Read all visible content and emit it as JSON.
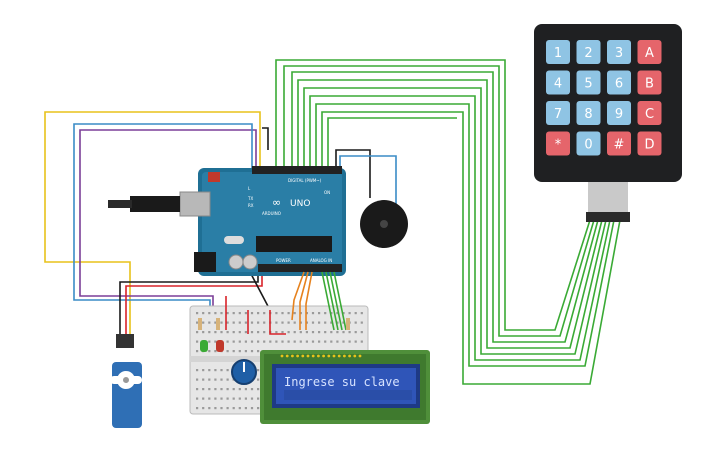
{
  "keypad": {
    "keys": [
      "1",
      "2",
      "3",
      "A",
      "4",
      "5",
      "6",
      "B",
      "7",
      "8",
      "9",
      "C",
      "*",
      "0",
      "#",
      "D"
    ],
    "colors": {
      "number": "#8fc4e4",
      "letter": "#e5656b",
      "body": "#1f2022"
    }
  },
  "lcd": {
    "text": "Ingrese su clave",
    "colors": {
      "screen": "#2f55b8",
      "text": "#d6e2ff",
      "pcb": "#4f8f3a"
    }
  },
  "arduino": {
    "brand": "UNO",
    "sub_brand": "ARDUINO",
    "digital_label": "DIGITAL (PWM~)",
    "analog_label": "ANALOG IN",
    "power_label": "POWER",
    "on_label": "ON",
    "tx_label": "TX",
    "rx_label": "RX",
    "l_label": "L",
    "color": "#1f6f94"
  },
  "wires": {
    "green": "#3aaa35",
    "yellow": "#e8c21a",
    "purple": "#7b3f98",
    "blue": "#3a8cc6",
    "black": "#1a1a1a",
    "red": "#d8232a",
    "orange": "#e6821e"
  }
}
